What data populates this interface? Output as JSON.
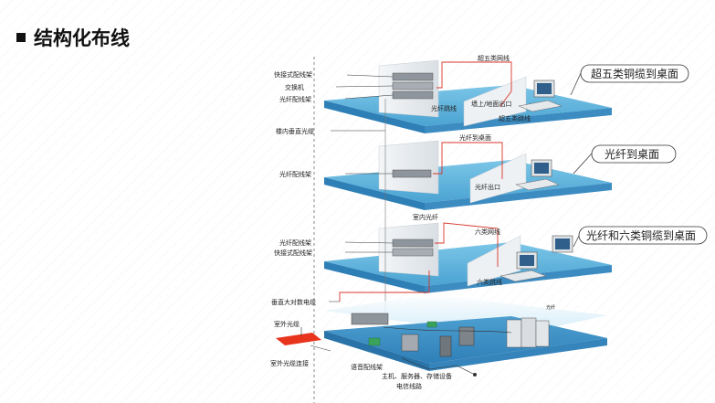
{
  "page": {
    "title": "结构化布线"
  },
  "callouts": {
    "floor3": "超五类铜缆到桌面",
    "floor2": "光纤到桌面",
    "floor1": "光纤和六类铜缆到桌面"
  },
  "labels": {
    "floor3": {
      "patch_frame": "快接式配线架",
      "switch": "交换机",
      "fiber_frame": "光纤配线架",
      "cat5e_cable": "超五类网线",
      "wall_outlet": "墙上/地面出口",
      "cat5e_jumper": "超五类跳线",
      "fiber_jumper": "光纤跳线"
    },
    "riser": {
      "vertical_fiber": "楼内垂直光缆",
      "vertical_copper": "垂直大对数电缆"
    },
    "floor2": {
      "fiber_frame": "光纤配线架",
      "fiber_to_desk": "光纤到桌面",
      "fiber_outlet": "光纤出口"
    },
    "floor1": {
      "indoor_fiber": "室内光纤",
      "fiber_frame": "光纤配线架",
      "patch_frame": "快接式配线架",
      "cat6_cable": "六类网线",
      "cat6_jumper": "六类跳线"
    },
    "basement": {
      "outdoor_cable": "室外光缆",
      "outdoor_connect": "室外光缆连接",
      "voice_frame": "语音配线架",
      "equipment": "主机、服务器、存储设备",
      "telecom_line": "电信线路",
      "small_tag": "光纤"
    }
  },
  "colors": {
    "floor_top": "#5bb2dc",
    "floor_side": "#2e7fb6",
    "cable_red": "#d8342a",
    "device_gray": "#9aa0a6",
    "outdoor_pad": "#e8341c",
    "rack_green": "#3aa35a"
  }
}
